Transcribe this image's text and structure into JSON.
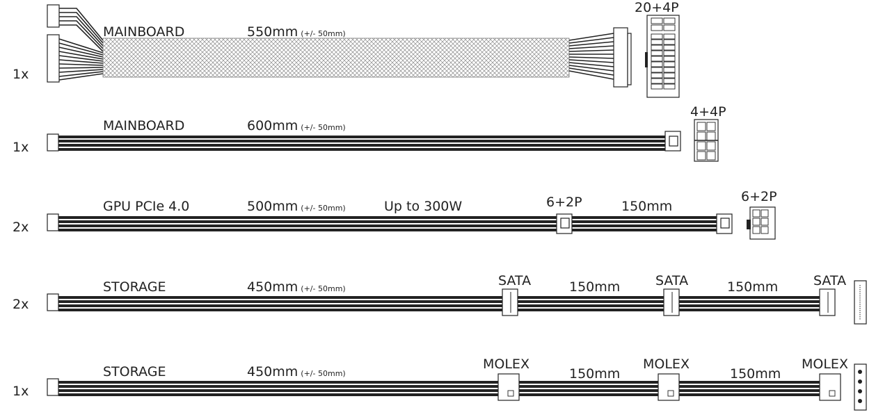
{
  "cables": [
    {
      "quantity": "1x",
      "name": "MAINBOARD",
      "length": "550mm",
      "tolerance": "(+/- 50mm)",
      "note": "",
      "end_connector": "20+4P",
      "segments": []
    },
    {
      "quantity": "1x",
      "name": "MAINBOARD",
      "length": "600mm",
      "tolerance": "(+/- 50mm)",
      "note": "",
      "end_connector": "4+4P",
      "segments": []
    },
    {
      "quantity": "2x",
      "name": "GPU PCIe 4.0",
      "length": "500mm",
      "tolerance": "(+/- 50mm)",
      "note": "Up to 300W",
      "end_connector": "6+2P",
      "segments": [
        {
          "connector": "6+2P",
          "length": "150mm"
        }
      ]
    },
    {
      "quantity": "2x",
      "name": "STORAGE",
      "length": "450mm",
      "tolerance": "(+/- 50mm)",
      "note": "",
      "end_connector": "SATA",
      "segments": [
        {
          "connector": "SATA",
          "length": "150mm"
        },
        {
          "connector": "SATA",
          "length": "150mm"
        }
      ]
    },
    {
      "quantity": "1x",
      "name": "STORAGE",
      "length": "450mm",
      "tolerance": "(+/- 50mm)",
      "note": "",
      "end_connector": "MOLEX",
      "segments": [
        {
          "connector": "MOLEX",
          "length": "150mm"
        },
        {
          "connector": "MOLEX",
          "length": "150mm"
        }
      ]
    }
  ],
  "colors": {
    "cable": "#222222",
    "background": "#ffffff",
    "sleeve_mesh": "#9a9a9a"
  }
}
